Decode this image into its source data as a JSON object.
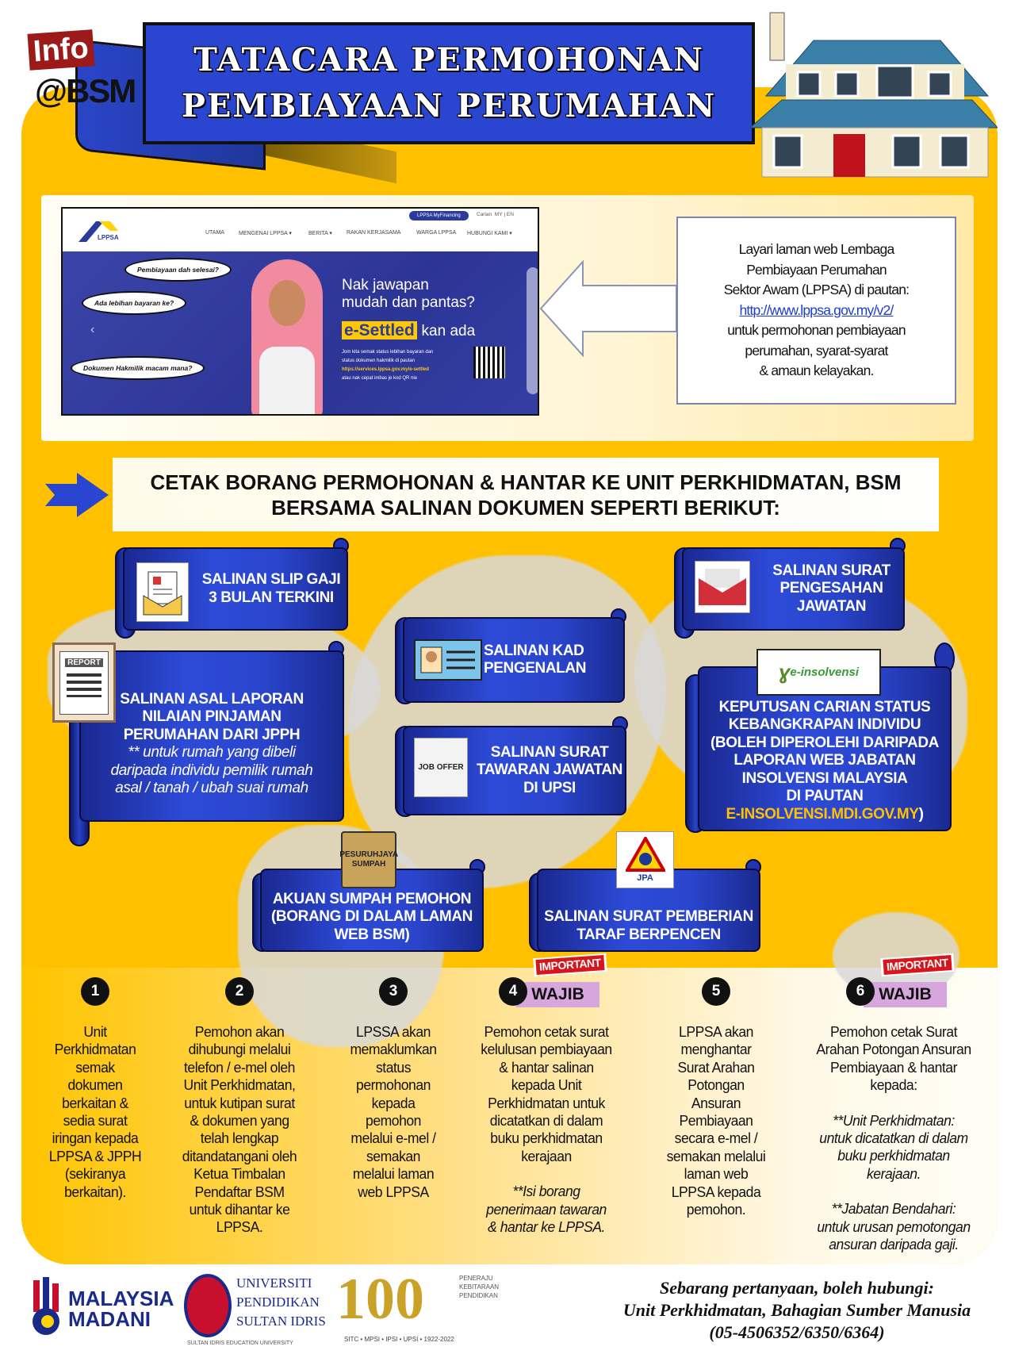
{
  "logo": {
    "info": "Info",
    "bsm": "@BSM"
  },
  "title": {
    "line1": "TATACARA PERMOHONAN",
    "line2": "PEMBIAYAAN PERUMAHAN"
  },
  "website": {
    "brand": "LPPSA",
    "top_button": "LPPSA MyFinancing",
    "top_links": [
      "Carian",
      "MY",
      "|",
      "EN"
    ],
    "nav": [
      "UTAMA",
      "MENGENAI LPPSA ▾",
      "BERITA ▾",
      "RAKAN KERJASAMA",
      "WARGA LPPSA",
      "HUBUNGI KAMI ▾"
    ],
    "bubbles": [
      "Pembiayaan dah selesai?",
      "Ada lebihan bayaran ke?",
      "Dokumen Hakmilik macam mana?"
    ],
    "hero_line1": "Nak jawapan",
    "hero_line2": "mudah dan pantas?",
    "esettled": "e-Settled",
    "kan_ada": "kan ada",
    "small_lines": [
      "Jom kita semak status lebihan bayaran dan",
      "status dokumen hakmilik di pautan",
      "https://services.lppsa.gov.my/e-settled",
      "atau nak cepat imbas je kod QR nie"
    ]
  },
  "infobox": {
    "lines": [
      "Layari laman web Lembaga",
      "Pembiayaan Perumahan",
      "Sektor Awam (LPPSA) di pautan:"
    ],
    "link": "http://www.lppsa.gov.my/v2/",
    "lines2": [
      "untuk permohonan pembiayaan",
      "perumahan, syarat-syarat",
      "& amaun kelayakan."
    ]
  },
  "heading": {
    "line1": "CETAK BORANG PERMOHONAN & HANTAR KE UNIT PERKHIDMATAN, BSM",
    "line2": "BERSAMA SALINAN DOKUMEN SEPERTI BERIKUT:"
  },
  "cards": {
    "slip": [
      "SALINAN SLIP GAJI",
      "3 BULAN TERKINI"
    ],
    "pengesahan": [
      "SALINAN SURAT",
      "PENGESAHAN",
      "JAWATAN"
    ],
    "kad": [
      "SALINAN KAD",
      "PENGENALAN"
    ],
    "laporan": [
      "SALINAN ASAL LAPORAN",
      "NILAIAN PINJAMAN",
      "PERUMAHAN DARI JPPH"
    ],
    "laporan_note": [
      "** untuk rumah yang dibeli",
      "daripada individu pemilik rumah",
      "asal / tanah / ubah suai rumah"
    ],
    "report_icon_label": "REPORT",
    "tawaran": [
      "SALINAN SURAT",
      "TAWARAN JAWATAN",
      "DI UPSI"
    ],
    "job_offer_label": "JOB OFFER",
    "keputusan": [
      "KEPUTUSAN CARIAN STATUS",
      "KEBANGKRAPAN INDIVIDU",
      "(BOLEH DIPEROLEHI DARIPADA",
      "LAPORAN WEB JABATAN",
      "INSOLVENSI MALAYSIA",
      "DI PAUTAN"
    ],
    "keputusan_link": "E-INSOLVENSI.MDI.GOV.MY",
    "keputusan_close": ")",
    "insolvensi_logo": "e-insolvensi",
    "akuan": [
      "AKUAN SUMPAH PEMOHON",
      "(BORANG DI DALAM LAMAN",
      "WEB BSM)"
    ],
    "sumpah_badge": "PESURUHJAYA SUMPAH",
    "pencen": [
      "SALINAN SURAT PEMBERIAN",
      "TARAF BERPENCEN"
    ],
    "jpa_logo": "JPA"
  },
  "steps": [
    {
      "num": "1",
      "lines": [
        "Unit",
        "Perkhidmatan",
        "semak",
        "dokumen",
        "berkaitan &",
        "sedia surat",
        "iringan kepada",
        "LPPSA & JPPH",
        "(sekiranya",
        "berkaitan)."
      ],
      "italic": []
    },
    {
      "num": "2",
      "lines": [
        "Pemohon akan",
        "dihubungi melalui",
        "telefon / e-mel oleh",
        "Unit Perkhidmatan,",
        "untuk kutipan surat",
        "& dokumen yang",
        "telah lengkap",
        "ditandatangani oleh",
        "Ketua Timbalan",
        "Pendaftar BSM",
        "untuk dihantar ke",
        "LPPSA."
      ],
      "italic": []
    },
    {
      "num": "3",
      "lines": [
        "LPSSA akan",
        "memaklumkan",
        "status",
        "permohonan",
        "kepada",
        "pemohon",
        "melalui e-mel /",
        "semakan",
        "melalui laman",
        "web LPPSA"
      ],
      "italic": []
    },
    {
      "num": "4",
      "badge": "WAJIB",
      "important": "IMPORTANT",
      "lines": [
        "Pemohon cetak surat",
        "kelulusan pembiayaan",
        "& hantar salinan",
        "kepada Unit",
        "Perkhidmatan untuk",
        "dicatatkan di dalam",
        "buku perkhidmatan",
        "kerajaan"
      ],
      "italic": [
        "**Isi borang",
        "penerimaan tawaran",
        "& hantar ke LPPSA."
      ]
    },
    {
      "num": "5",
      "lines": [
        "LPPSA akan",
        "menghantar",
        "Surat Arahan",
        "Potongan",
        "Ansuran",
        "Pembiayaan",
        "secara e-mel /",
        "semakan melalui",
        "laman web",
        "LPPSA kepada",
        "pemohon."
      ],
      "italic": []
    },
    {
      "num": "6",
      "badge": "WAJIB",
      "important": "IMPORTANT",
      "lines": [
        "Pemohon cetak Surat",
        "Arahan Potongan Ansuran",
        "Pembiayaan & hantar",
        "kepada:"
      ],
      "italic": [
        "**Unit Perkhidmatan:",
        "untuk dicatatkan di dalam",
        "buku perkhidmatan",
        "kerajaan.",
        "",
        "**Jabatan Bendahari:",
        "untuk urusan pemotongan",
        "ansuran daripada gaji."
      ]
    }
  ],
  "footer": {
    "madani": [
      "MALAYSIA",
      "MADANI"
    ],
    "upsi": [
      "UNIVERSITI",
      "PENDIDIKAN",
      "SULTAN IDRIS"
    ],
    "upsi_sub": "SULTAN IDRIS EDUCATION UNIVERSITY",
    "centenary": "100",
    "centenary_tag": [
      "PENERAJU",
      "KEBITARAAN",
      "PENDIDIKAN"
    ],
    "centenary_sub": "SITC • MPSI • IPSI • UPSI • 1922-2022",
    "contact": [
      "Sebarang pertanyaan, boleh hubungi:",
      "Unit Perkhidmatan, Bahagian Sumber Manusia",
      "(05-4506352/6350/6364)"
    ]
  },
  "colors": {
    "yellow": "#ffc000",
    "blue": "#2a45d0",
    "wajib": "#d6a6dc",
    "important": "#d8141c"
  }
}
